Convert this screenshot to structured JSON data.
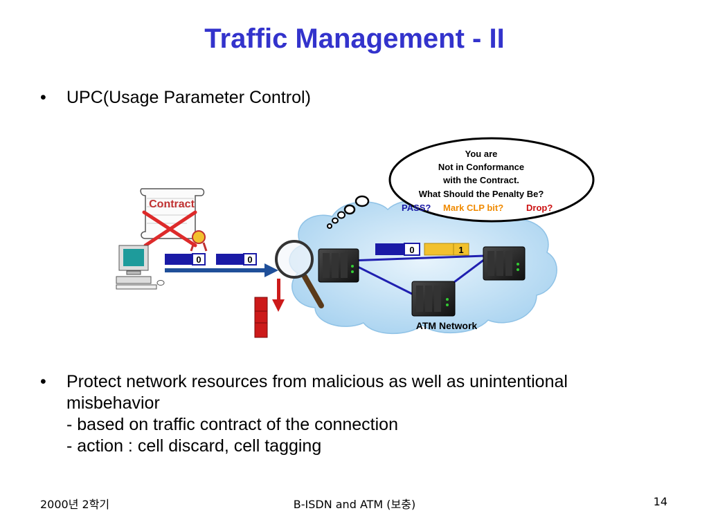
{
  "slide": {
    "title": "Traffic Management - II",
    "bullets": [
      {
        "marker": "•",
        "lines": [
          "UPC(Usage Parameter Control)"
        ]
      },
      {
        "marker": "•",
        "lines": [
          "Protect network resources from malicious as well as unintentional",
          "misbehavior",
          "- based on traffic contract of the connection",
          "- action : cell discard, cell tagging"
        ]
      }
    ]
  },
  "diagram": {
    "contract_label": "Contract",
    "thought_lines": [
      "You are",
      "Not in Conformance",
      "with the Contract.",
      "What Should the Penalty  Be?"
    ],
    "options": {
      "pass": "PASS?",
      "mark": "Mark CLP bit?",
      "drop": "Drop?"
    },
    "user_cells": [
      "0",
      "0"
    ],
    "network_cells": [
      "0",
      "1"
    ],
    "cloud_label": "ATM Network",
    "colors": {
      "pass": "#1a1aa6",
      "mark": "#f08a00",
      "drop": "#cc1111",
      "cloud": "#cce6f7",
      "arrow": "#1f4f99",
      "discard": "#cc1a1a"
    }
  },
  "footer": {
    "left": "2000년 2학기",
    "center": "B-ISDN and ATM (보충)",
    "right": "14"
  }
}
